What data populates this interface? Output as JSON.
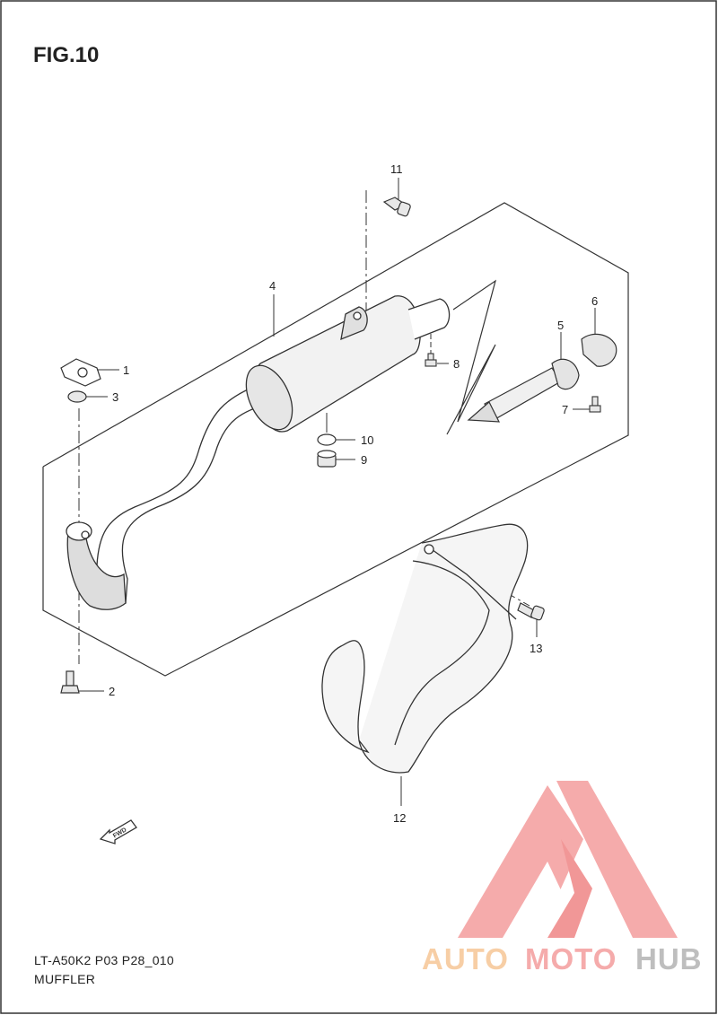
{
  "figure": {
    "title": "FIG.10"
  },
  "footer": {
    "code": "LT-A50K2 P03 P28_010",
    "name": "MUFFLER"
  },
  "callouts": {
    "p1": "1",
    "p2": "2",
    "p3": "3",
    "p4": "4",
    "p5": "5",
    "p6": "6",
    "p7": "7",
    "p8": "8",
    "p9": "9",
    "p10": "10",
    "p11": "11",
    "p12": "12",
    "p13": "13"
  },
  "fwd_arrow": {
    "label": "FWD"
  },
  "watermark": {
    "part_auto": "AUTO",
    "part_moto": "MOTO",
    "part_hub": "HUB",
    "color_auto": "#f7c99c",
    "color_moto": "#f4a3a3",
    "color_hub": "#b8b8b8",
    "logo_color": "#f08c8c"
  },
  "icons": {
    "frame_border": "border-frame",
    "fwd": "fwd-arrow-icon",
    "logo": "automotohub-logo"
  }
}
